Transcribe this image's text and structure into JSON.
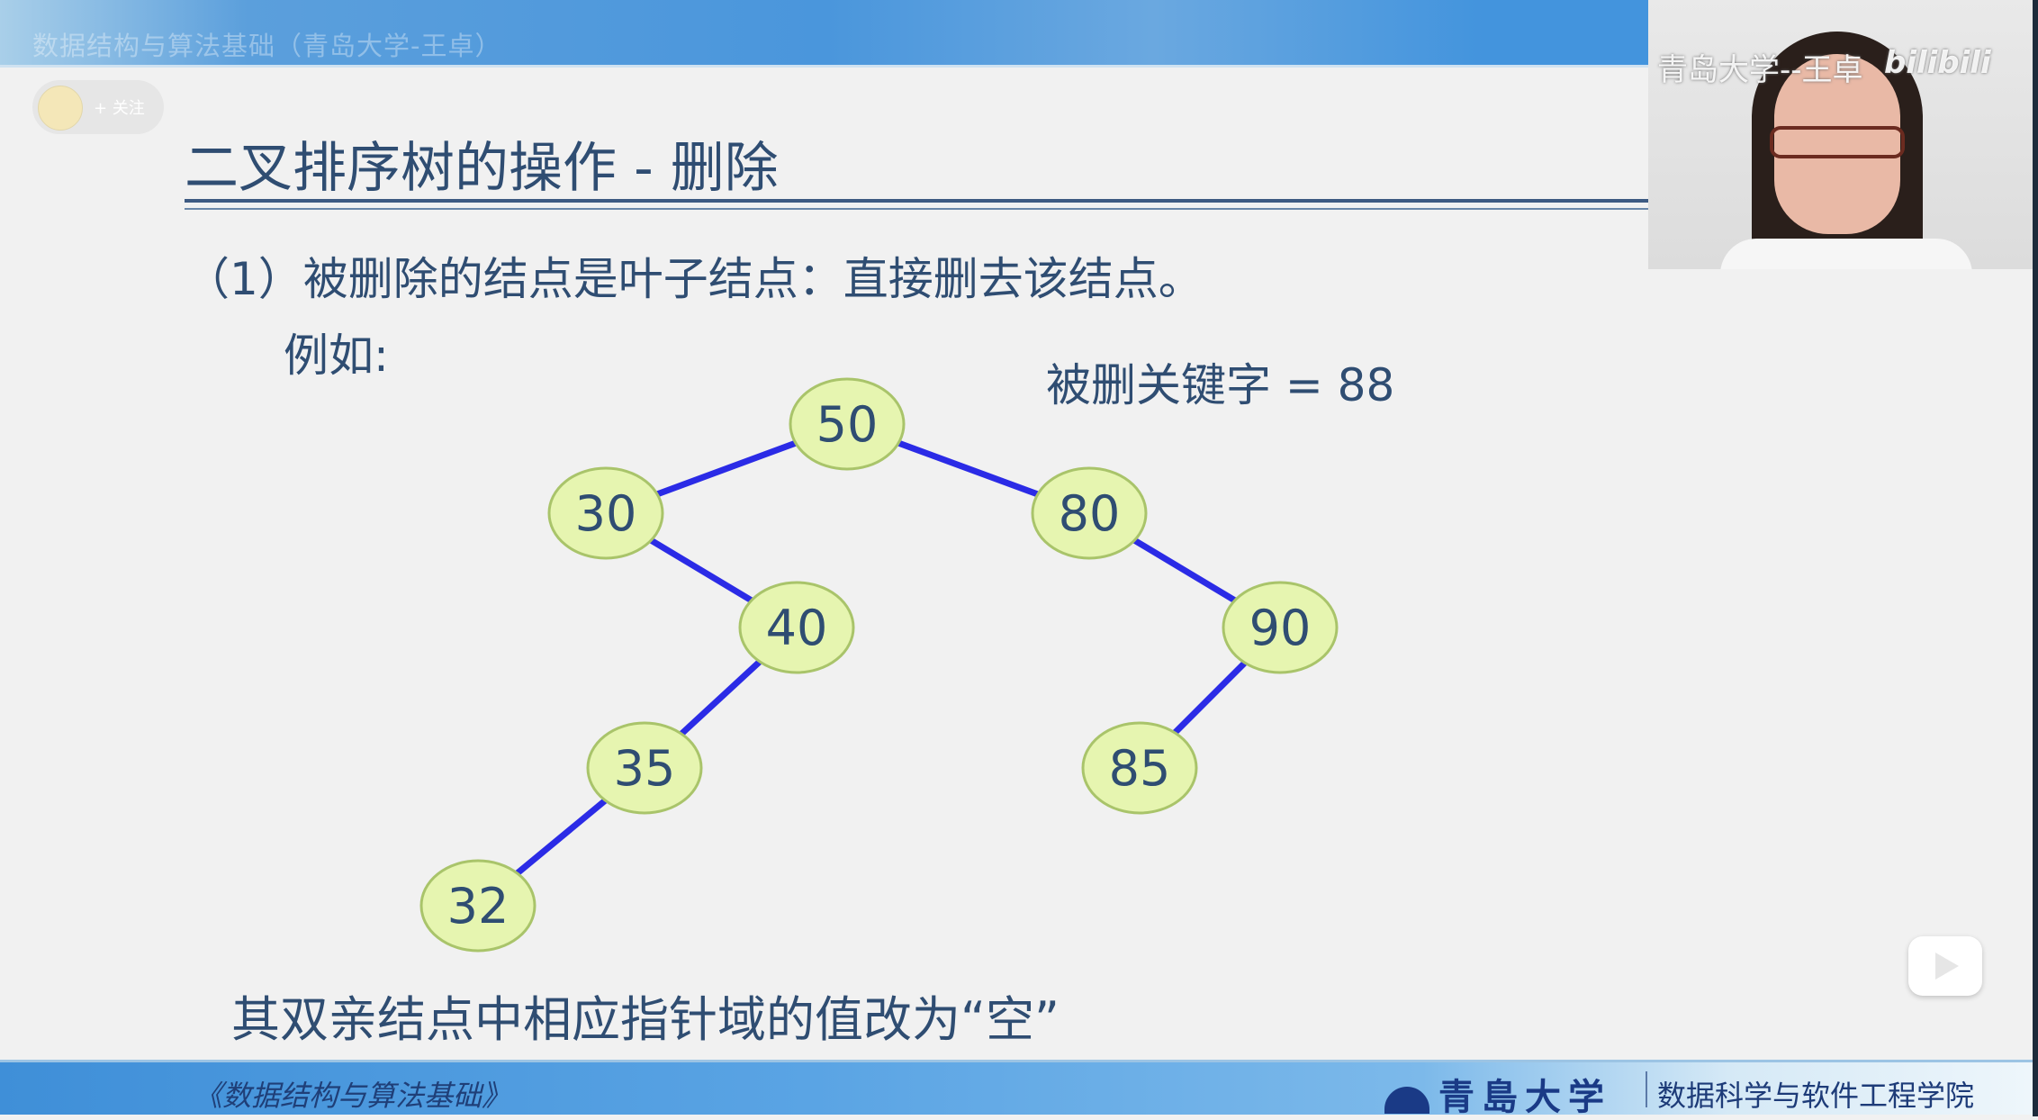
{
  "header": {
    "course_title": "数据结构与算法基础（青岛大学-王卓）"
  },
  "follow": {
    "label": "+ 关注"
  },
  "slide": {
    "title": "二叉排序树的操作 - 删除",
    "case": "（1）被删除的结点是叶子结点：直接删去该结点。",
    "example": "例如:",
    "deleted_key": "被删关键字 = 88",
    "note": "其双亲结点中相应指针域的值改为“空”"
  },
  "tree": {
    "nodes": [
      {
        "id": "n50",
        "label": "50"
      },
      {
        "id": "n30",
        "label": "30"
      },
      {
        "id": "n80",
        "label": "80"
      },
      {
        "id": "n40",
        "label": "40"
      },
      {
        "id": "n90",
        "label": "90"
      },
      {
        "id": "n35",
        "label": "35"
      },
      {
        "id": "n85",
        "label": "85"
      },
      {
        "id": "n32",
        "label": "32"
      }
    ],
    "edges": [
      [
        "n50",
        "n30"
      ],
      [
        "n50",
        "n80"
      ],
      [
        "n30",
        "n40"
      ],
      [
        "n80",
        "n90"
      ],
      [
        "n40",
        "n35"
      ],
      [
        "n90",
        "n85"
      ],
      [
        "n35",
        "n32"
      ]
    ],
    "colors": {
      "edge": "#2b2be6",
      "node_fill": "#e6f5b0",
      "node_stroke": "#a9c46a",
      "text": "#2f4d72"
    }
  },
  "webcam": {
    "watermark": "青岛大学--王卓",
    "platform_logo": "bilibili"
  },
  "footer": {
    "course": "《数据结构与算法基础》",
    "university": "青島大学",
    "school": "数据科学与软件工程学院"
  }
}
